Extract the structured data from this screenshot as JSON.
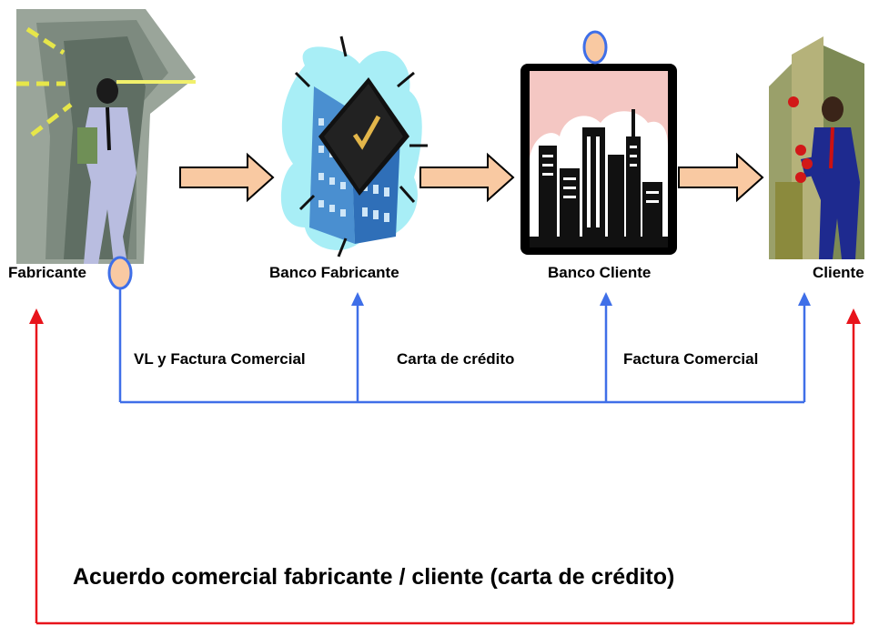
{
  "nodes": {
    "fabricante": "Fabricante",
    "banco_fabricante": "Banco Fabricante",
    "banco_cliente": "Banco Cliente",
    "cliente": "Cliente"
  },
  "documents": {
    "vl_factura": "VL y Factura Comercial",
    "carta_credito": "Carta de crédito",
    "factura_comercial": "Factura Comercial"
  },
  "agreement": "Acuerdo comercial fabricante / cliente (carta de crédito)",
  "colors": {
    "document_flow": "#3f6fe8",
    "agreement_loop": "#e8141b",
    "flow_arrow_fill": "#f9c9a2",
    "flow_arrow_stroke": "#000000",
    "marker_fill": "#f9c9a2",
    "marker_stroke": "#3f6fe8"
  },
  "icons": [
    "manufacturer-clipart",
    "bank-building-clipart",
    "city-skyline-clipart",
    "client-businessman-clipart"
  ]
}
